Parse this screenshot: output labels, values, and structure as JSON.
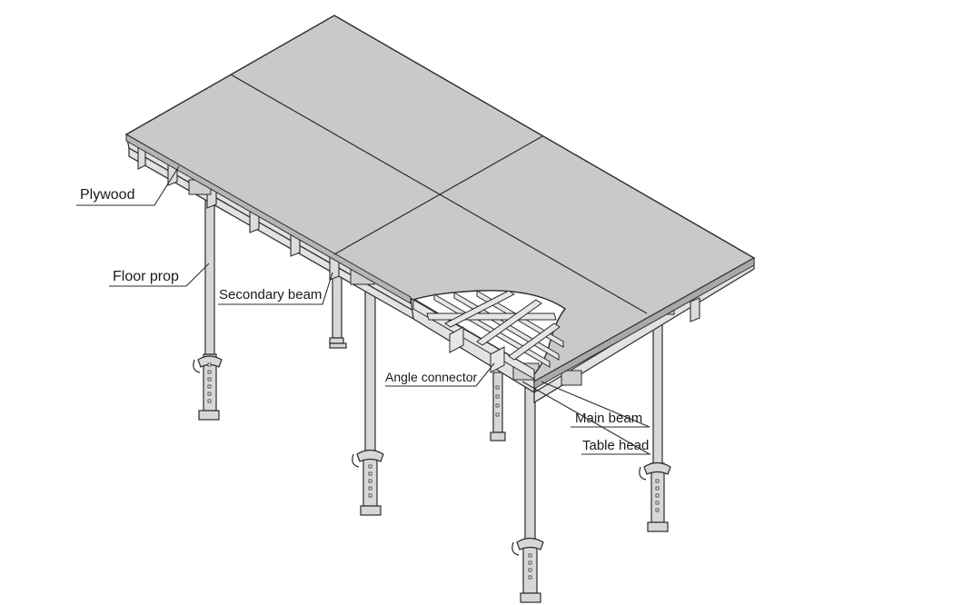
{
  "labels": {
    "plywood": "Plywood",
    "floor_prop": "Floor prop",
    "secondary_beam": "Secondary beam",
    "angle_connector": "Angle connector",
    "main_beam": "Main beam",
    "table_head": "Table head"
  },
  "colors": {
    "deck": "#c9c9c9",
    "deck_edge": "#a9a9a9",
    "line": "#2b2b2b",
    "steel": "#d7d7d7",
    "background": "#ffffff"
  }
}
